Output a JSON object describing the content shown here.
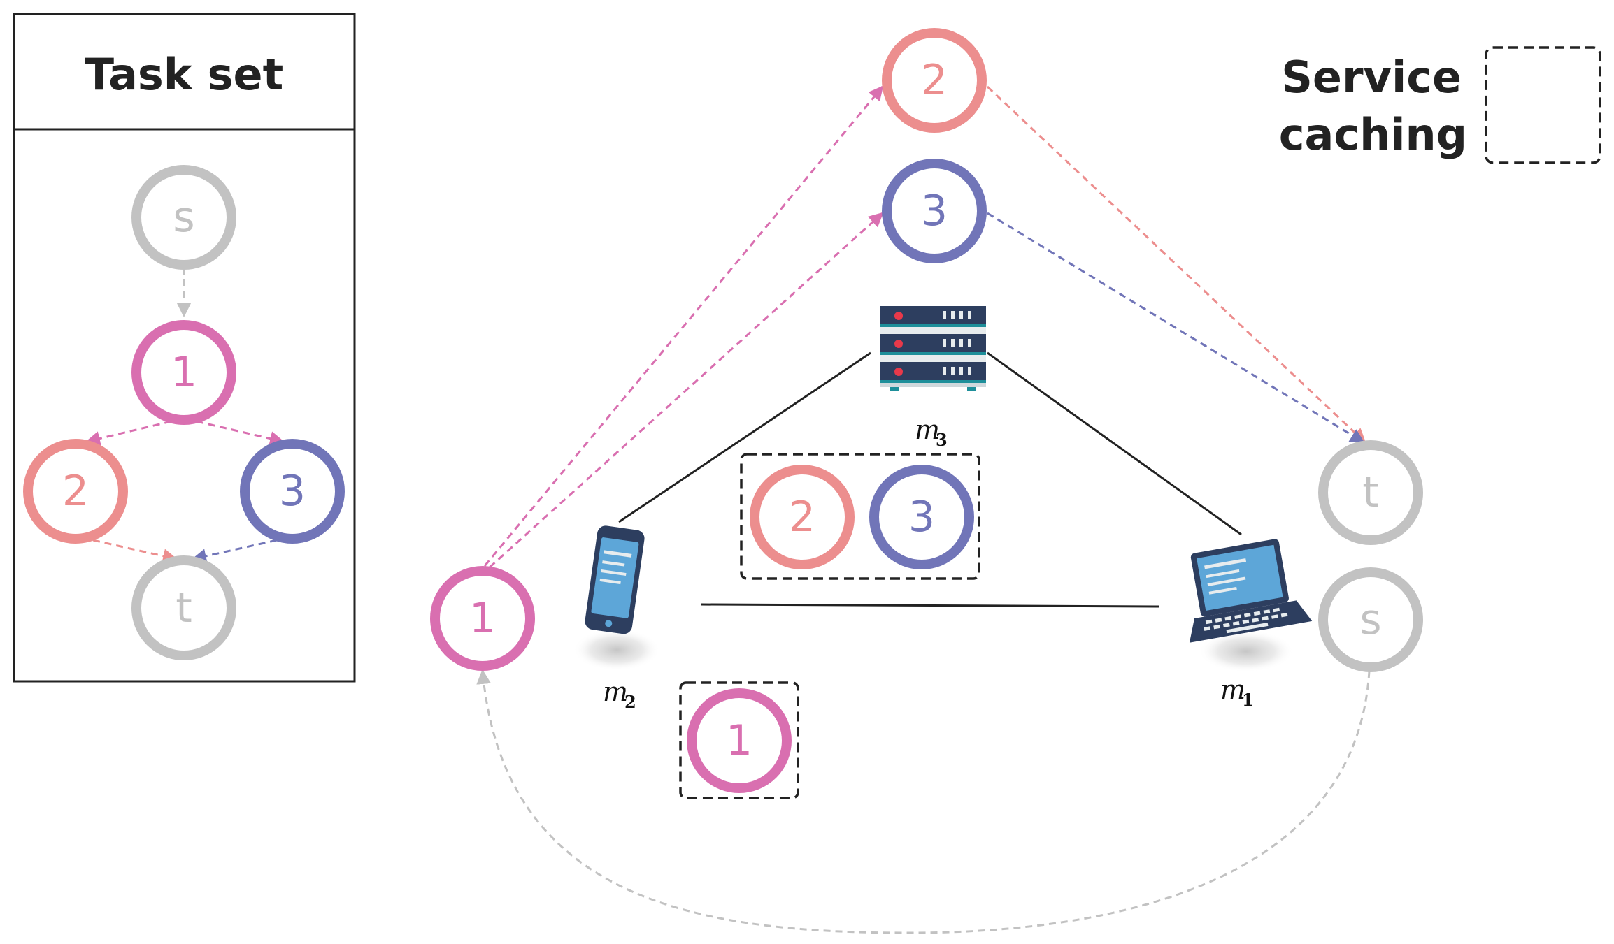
{
  "legend": {
    "task_set_title": "Task set",
    "service_caching_line1": "Service",
    "service_caching_line2": "caching"
  },
  "colors": {
    "gray": "#c2c2c2",
    "pink": "#d96fb0",
    "salmon": "#ec8e8e",
    "blue": "#7175b8",
    "black": "#222222"
  },
  "task_set_nodes": {
    "s": "s",
    "n1": "1",
    "n2": "2",
    "n3": "3",
    "t": "t"
  },
  "network_nodes": {
    "top_2": "2",
    "top_3": "3",
    "left_1": "1",
    "right_t": "t",
    "right_s": "s",
    "cache_m3_2": "2",
    "cache_m3_3": "3",
    "cache_m2_1": "1"
  },
  "devices": {
    "m1": {
      "name": "m",
      "sub": "1",
      "icon": "laptop-icon"
    },
    "m2": {
      "name": "m",
      "sub": "2",
      "icon": "smartphone-icon"
    },
    "m3": {
      "name": "m",
      "sub": "3",
      "icon": "server-icon"
    }
  }
}
